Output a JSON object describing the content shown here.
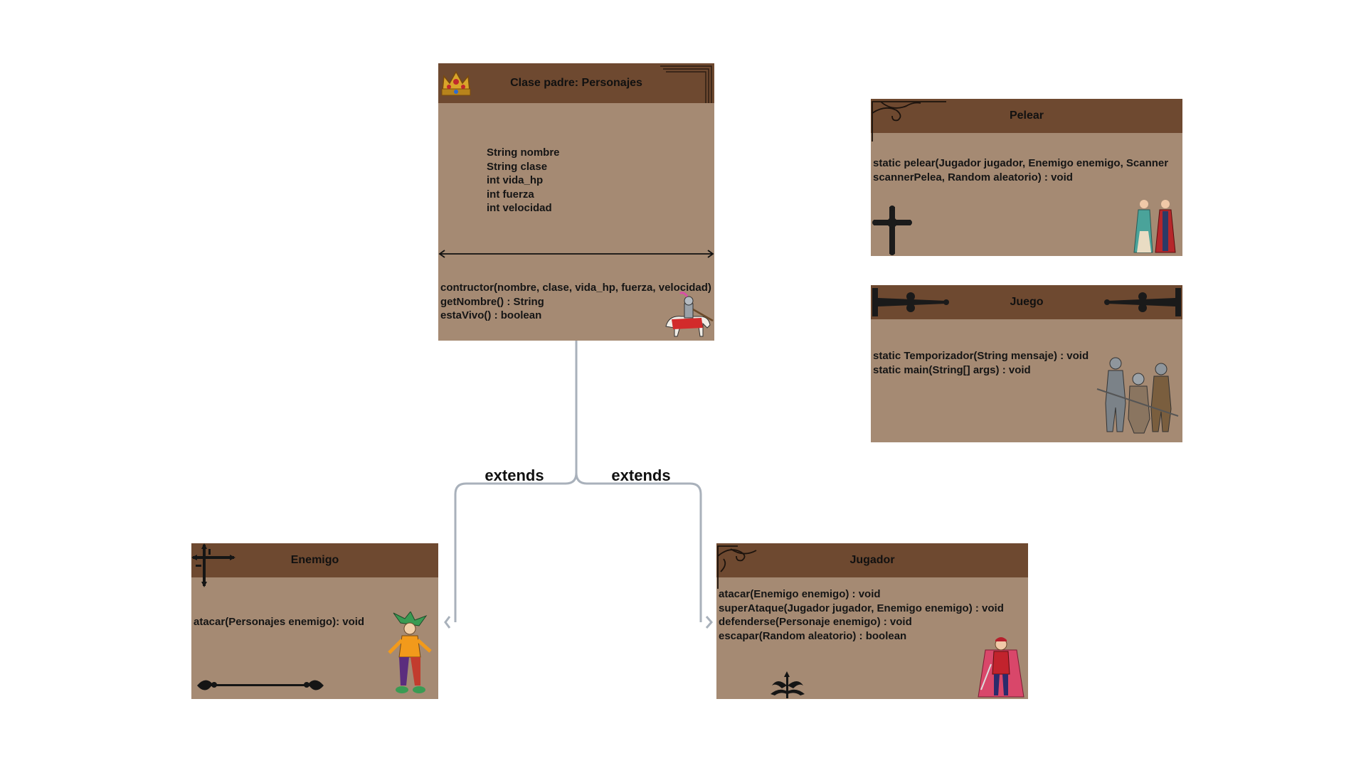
{
  "diagram": {
    "personajes": {
      "title": "Clase padre: Personajes",
      "attributes": [
        "String nombre",
        "String clase",
        "int vida_hp",
        "int fuerza",
        "int velocidad"
      ],
      "methods": [
        "contructor(nombre, clase, vida_hp, fuerza, velocidad)",
        "getNombre() : String",
        "estaVivo() : boolean"
      ]
    },
    "pelear": {
      "title": "Pelear",
      "methods": [
        "static pelear(Jugador jugador, Enemigo enemigo, Scanner",
        "scannerPelea, Random aleatorio) : void"
      ]
    },
    "juego": {
      "title": "Juego",
      "methods": [
        "static Temporizador(String mensaje) : void",
        "static main(String[] args) : void"
      ]
    },
    "enemigo": {
      "title": "Enemigo",
      "methods": [
        "atacar(Personajes enemigo): void"
      ]
    },
    "jugador": {
      "title": "Jugador",
      "methods": [
        "atacar(Enemigo enemigo) : void",
        "superAtaque(Jugador jugador, Enemigo enemigo) : void",
        "defenderse(Personaje enemigo) : void",
        "escapar(Random aleatorio) : boolean"
      ]
    },
    "edges": [
      {
        "from": "Enemigo",
        "to": "Personajes",
        "label": "extends"
      },
      {
        "from": "Jugador",
        "to": "Personajes",
        "label": "extends"
      }
    ],
    "decorations": [
      "crown-icon",
      "knight-on-horse-icon",
      "cross-icon",
      "royal-couple-icon",
      "knights-group-icon",
      "jester-icon",
      "villain-icon",
      "scroll-ornament-icon",
      "fleur-ornament-icon"
    ]
  },
  "colors": {
    "header": "#6e4930",
    "body": "#a58a73",
    "connector": "#a9b1bb",
    "text": "#151515"
  }
}
